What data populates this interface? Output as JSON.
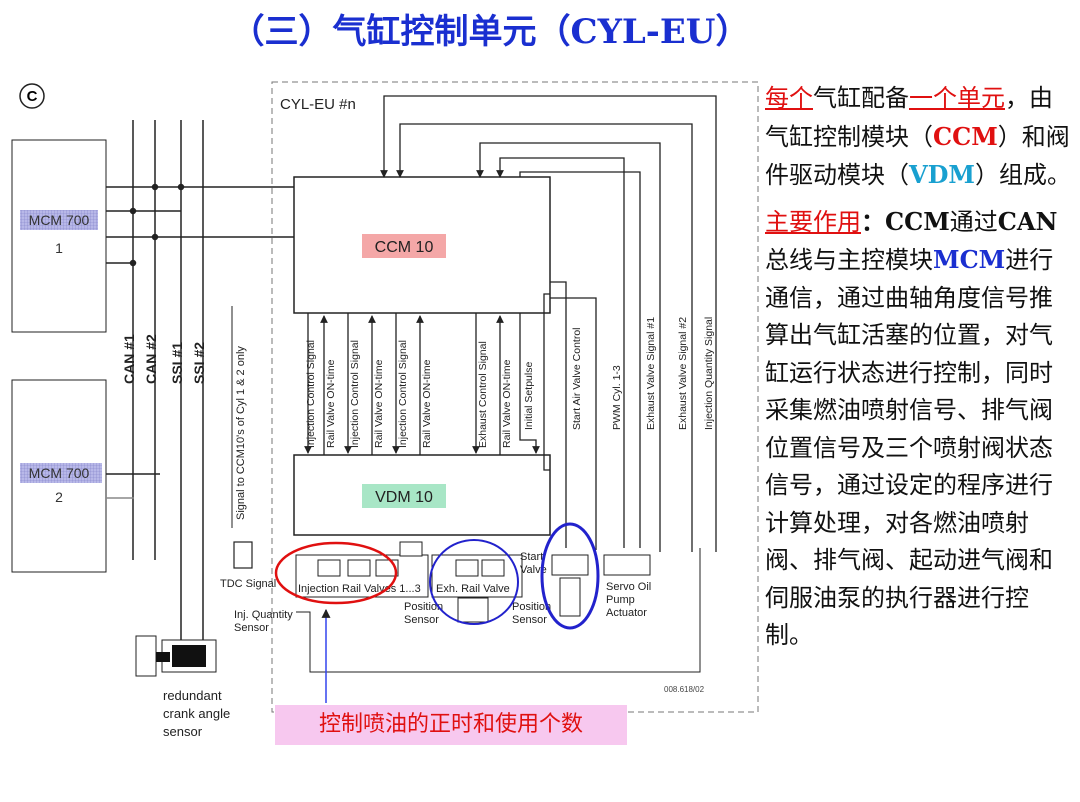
{
  "title": "（三）气缸控制单元（CYL-EU）",
  "diagram": {
    "corner_label": "C",
    "frame_label": "CYL-EU #n",
    "mcm_boxes": [
      {
        "label": "MCM 700",
        "number": "1"
      },
      {
        "label": "MCM 700",
        "number": "2"
      }
    ],
    "bus_labels": [
      "CAN #1",
      "CAN #2",
      "SSI #1",
      "SSI #2"
    ],
    "cyl_signal_label": "Signal to CCM10's of Cyl 1 & 2 only",
    "ccm_label": "CCM 10",
    "vdm_label": "VDM 10",
    "signals": [
      "Injection Control Signal",
      "Rail Valve ON-time",
      "Injection Control Signal",
      "Rail Valve ON-time",
      "Injection Control Signal",
      "Rail Valve ON-time",
      "Exhaust Control Signal",
      "Rail Valve ON-time",
      "Initial Setpulse",
      "Start Air Valve Control",
      "PWM Cyl. 1-3",
      "Exhaust Valve Signal #1",
      "Exhaust Valve Signal #2",
      "Injection Quantity Signal"
    ],
    "tdc_label": "TDC Signal",
    "inj_qty_label_1": "Inj. Quantity",
    "inj_qty_label_2": "Sensor",
    "inj_rail_valves_label": "Injection Rail Valves 1...3",
    "exh_rail_valve_label": "Exh. Rail Valve",
    "position_sensor_1": "Position",
    "position_sensor_2": "Sensor",
    "start_valve_1": "Start",
    "start_valve_2": "Valve",
    "servo_1": "Servo Oil",
    "servo_2": "Pump",
    "servo_3": "Actuator",
    "crank_1": "redundant",
    "crank_2": "crank angle",
    "crank_3": "sensor",
    "figure_code": "008.618/02"
  },
  "note": "控制喷油的正时和使用个数",
  "description": {
    "p1": {
      "s1": "每个",
      "s2": "气缸配备",
      "s3": "一个单元",
      "s4": "，由气缸控制模块（",
      "s5": "CCM",
      "s6": "）和阀件驱动模块（",
      "s7": "VDM",
      "s8": "）组成。"
    },
    "p2": {
      "s1": "主要作用",
      "s2": "：",
      "s3": "CCM",
      "s4": "通过",
      "s5": "CAN",
      "s6": "总线与主控模块",
      "s7": "MCM",
      "s8": "进行通信，通过曲轴角度信号推算出气缸活塞的位置，对气缸运行状态进行控制，同时采集燃油喷射信号、排气阀位置信号及三个喷射阀状态信号，通过设定的程序进行计算处理，对各燃油喷射阀、排气阀、起动进气阀和伺服油泵的执行器进行控制。"
    }
  },
  "colors": {
    "title": "#1a2fd0",
    "ccm_fill": "#f4a7a7",
    "vdm_fill": "#a8e6c6",
    "mcm_fill": "#b8b8e8",
    "highlight_red": "#e01010",
    "highlight_blue": "#2222cc",
    "note_fill": "#f7c8ef"
  }
}
